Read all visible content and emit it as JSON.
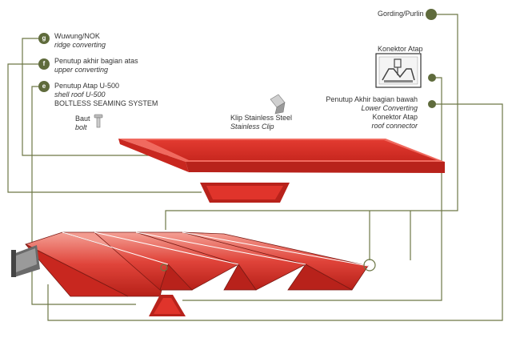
{
  "labels": {
    "gording": "Gording/Purlin",
    "konektor_box": "Konektor Atap",
    "g_badge": "g",
    "g_title": "Wuwung/NOK",
    "g_sub": "ridge converting",
    "f_badge": "f",
    "f_title": "Penutup akhir bagian atas",
    "f_sub": "upper converting",
    "e_badge": "e",
    "e_title": "Penutup Atap  U-500",
    "e_sub": "shell roof U-500",
    "e_sys": "BOLTLESS SEAMING SYSTEM",
    "baut": "Baut",
    "bolt": "bolt",
    "klip": "Klip Stainless Steel",
    "klip_sub": "Stainless Clip",
    "lower": "Penutup Akhir bagian bawah",
    "lower_sub": "Lower Converting",
    "konektor": "Konektor Atap",
    "konektor_sub": "roof connector"
  },
  "colors": {
    "red": "#e0342b",
    "red_dark": "#b8221b",
    "red_light": "#f0685d",
    "olive": "#5f6b3c",
    "line": "#6d7746"
  }
}
